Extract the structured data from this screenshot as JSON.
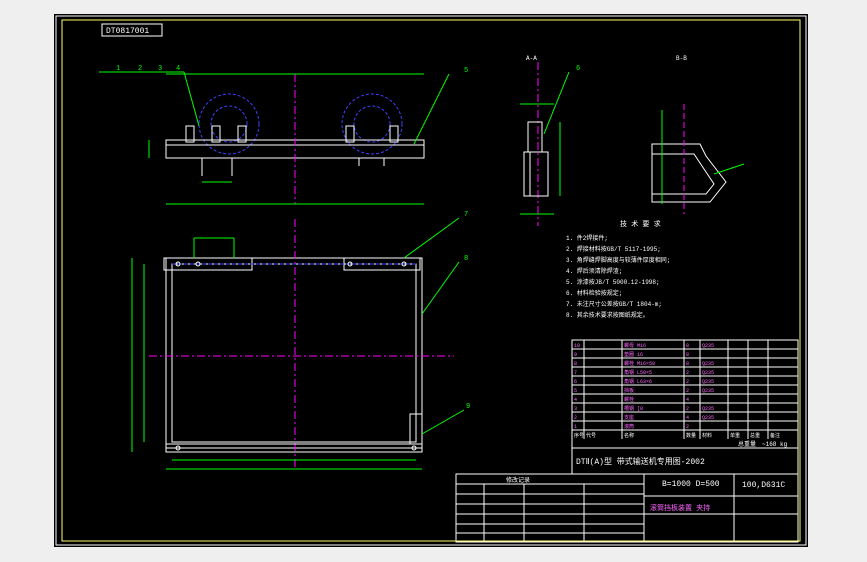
{
  "drawing_number_top": "DT0817001",
  "title_block": {
    "title": "DTⅡ(A)型 带式输送机专用图-2002",
    "spec": "B=1000 D=500",
    "drawing_no": "100,D631C",
    "name": "滚筒挡板装置 夹持",
    "weight_label": "总重量",
    "weight_value": "~168 kg"
  },
  "part_labels": [
    "1",
    "2",
    "3",
    "4",
    "5",
    "6",
    "7",
    "8",
    "9"
  ],
  "tech_notes": {
    "heading": "技 术 要 求",
    "lines": [
      "1. 件2焊接件;",
      "2. 焊接材料按GB/T 5117-1995;",
      "3. 角焊缝焊脚高度与较薄件厚度相同;",
      "4. 焊后须清除焊渣;",
      "5. 涂漆按JB/T 5000.12-1998;",
      "6. 材料检验按规定;",
      "7. 未注尺寸公差按GB/T 1804-m;",
      "8. 其余技术要求按图纸规定。"
    ]
  },
  "bom_headers": [
    "序号",
    "代号",
    "名称",
    "数量",
    "材料",
    "单重",
    "总重",
    "备注"
  ],
  "bom_rows": [
    [
      "10",
      "",
      "螺母 M16",
      "8",
      "Q235",
      "",
      "",
      ""
    ],
    [
      "9",
      "",
      "垫圈 16",
      "8",
      "",
      "",
      "",
      ""
    ],
    [
      "8",
      "",
      "螺栓 M16×50",
      "8",
      "Q235",
      "",
      "",
      ""
    ],
    [
      "7",
      "",
      "角钢 L50×5",
      "2",
      "Q235",
      "",
      "",
      ""
    ],
    [
      "6",
      "",
      "角钢 L63×6",
      "2",
      "Q235",
      "",
      "",
      ""
    ],
    [
      "5",
      "",
      "挡板",
      "2",
      "Q235",
      "",
      "",
      ""
    ],
    [
      "4",
      "",
      "螺栓",
      "4",
      "",
      "",
      "",
      ""
    ],
    [
      "3",
      "",
      "槽钢 [8",
      "2",
      "Q235",
      "",
      "",
      ""
    ],
    [
      "2",
      "",
      "支座",
      "4",
      "Q235",
      "",
      "",
      ""
    ],
    [
      "1",
      "",
      "滚筒",
      "2",
      "",
      "",
      "",
      ""
    ]
  ],
  "section_labels": [
    "A-A",
    "B-B"
  ],
  "revision_table_heading": "修改记录",
  "colors": {
    "background": "#000000",
    "frame": "#ffffff",
    "geometry": "#ffffff",
    "dimension": "#00ff00",
    "centerline": "#ff00ff",
    "hidden": "#4040ff",
    "text": "#ffff66"
  }
}
